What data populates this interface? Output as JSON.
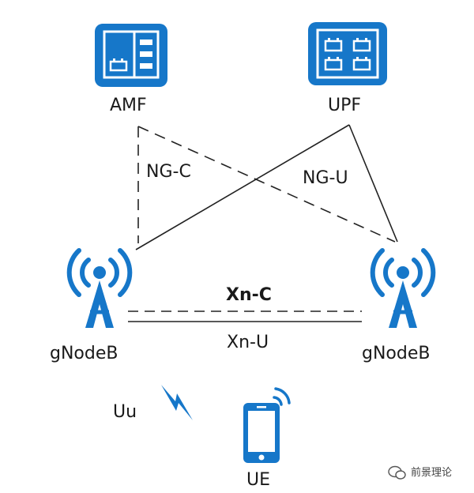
{
  "nodes": {
    "amf": "AMF",
    "upf": "UPF",
    "gnb_left": "gNodeB",
    "gnb_right": "gNodeB",
    "ue": "UE"
  },
  "links": {
    "ng_c": "NG-C",
    "ng_u": "NG-U",
    "xn_c": "Xn-C",
    "xn_u": "Xn-U",
    "uu": "Uu"
  },
  "watermark": "前景理论",
  "colors": {
    "icon_blue": "#1677c9",
    "line": "#222222"
  }
}
